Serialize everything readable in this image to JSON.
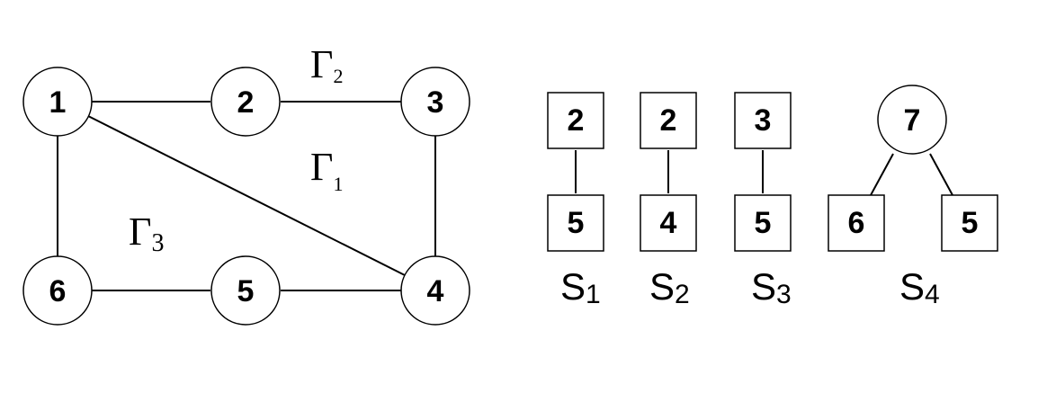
{
  "graph": {
    "nodes": [
      "1",
      "2",
      "3",
      "4",
      "5",
      "6"
    ],
    "edges": [
      [
        "1",
        "2"
      ],
      [
        "2",
        "3"
      ],
      [
        "1",
        "4"
      ],
      [
        "1",
        "6"
      ],
      [
        "3",
        "4"
      ],
      [
        "6",
        "5"
      ],
      [
        "5",
        "4"
      ]
    ],
    "regions": [
      {
        "symbol": "Γ",
        "sub": "2"
      },
      {
        "symbol": "Γ",
        "sub": "1"
      },
      {
        "symbol": "Γ",
        "sub": "3"
      }
    ]
  },
  "structures": [
    {
      "name": "S",
      "sub": "1",
      "top": "2",
      "bottom": "5"
    },
    {
      "name": "S",
      "sub": "2",
      "top": "2",
      "bottom": "4"
    },
    {
      "name": "S",
      "sub": "3",
      "top": "3",
      "bottom": "5"
    },
    {
      "name": "S",
      "sub": "4",
      "root": "7",
      "children": [
        "6",
        "5"
      ]
    }
  ]
}
